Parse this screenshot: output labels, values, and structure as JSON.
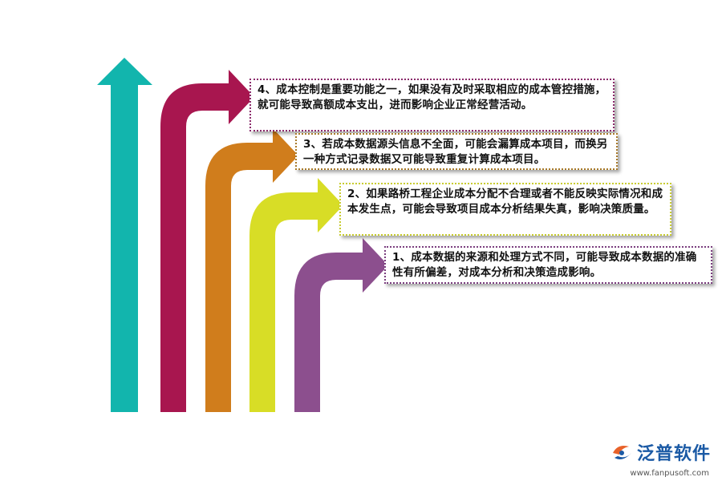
{
  "items": [
    {
      "id": "4",
      "text": "4、成本控制是重要功能之一，如果没有及时采取相应的成本管控措施，就可能导致高额成本支出，进而影响企业正常经营活动。",
      "color": "#a8164f",
      "border": "#8b2a6b"
    },
    {
      "id": "3",
      "text": "3、若成本数据源头信息不全面，可能会漏算成本项目，而换另一种方式记录数据又可能导致重复计算成本项目。",
      "color": "#d07d1c",
      "border": "#a87a2a"
    },
    {
      "id": "2",
      "text": "2、如果路桥工程企业成本分配不合理或者不能反映实际情况和成本发生点，可能会导致项目成本分析结果失真，影响决策质量。",
      "color": "#d8dd26",
      "border": "#c8cc30"
    },
    {
      "id": "1",
      "text": "1、成本数据的来源和处理方式不同，可能导致成本数据的准确性有所偏差，对成本分析和决策造成影响。",
      "color": "#8c4f8e",
      "border": "#7a3d7e"
    }
  ],
  "main_arrow_color": "#12b5ad",
  "logo": {
    "name": "泛普软件",
    "url": "www.fanpusoft.com",
    "icon": "fanpu-logo-icon"
  }
}
